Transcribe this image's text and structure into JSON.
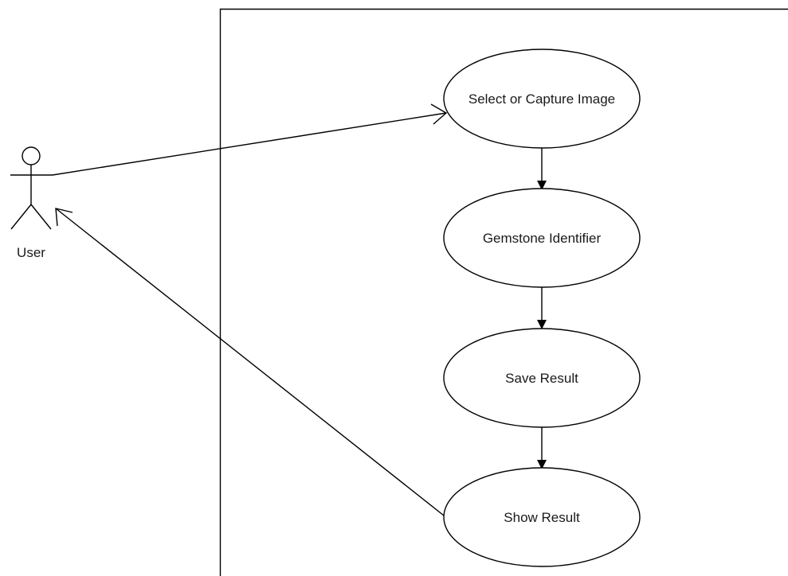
{
  "actor": {
    "label": "User"
  },
  "use_cases": [
    {
      "id": "select_capture",
      "label": "Select or Capture Image"
    },
    {
      "id": "identifier",
      "label": "Gemstone Identifier"
    },
    {
      "id": "save",
      "label": "Save Result"
    },
    {
      "id": "show",
      "label": "Show Result"
    }
  ],
  "relations": [
    {
      "from": "User",
      "to": "Select or Capture Image",
      "style": "open-arrow"
    },
    {
      "from": "Select or Capture Image",
      "to": "Gemstone Identifier",
      "style": "filled-arrow"
    },
    {
      "from": "Gemstone Identifier",
      "to": "Save Result",
      "style": "filled-arrow"
    },
    {
      "from": "Save Result",
      "to": "Show Result",
      "style": "filled-arrow"
    },
    {
      "from": "Show Result",
      "to": "User",
      "style": "open-arrow"
    }
  ],
  "colors": {
    "stroke": "#000000",
    "fill": "#ffffff",
    "text": "#1a1a1a"
  }
}
